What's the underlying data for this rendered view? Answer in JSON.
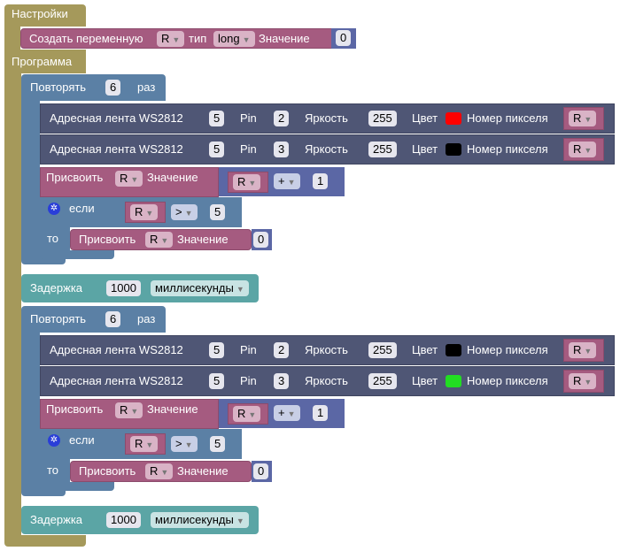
{
  "settings": {
    "label": "Настройки",
    "create_var": {
      "label": "Создать переменную",
      "var": "R",
      "type_label": "тип",
      "type": "long",
      "value_label": "Значение",
      "value": "0"
    }
  },
  "program": {
    "label": "Программа"
  },
  "colors": {
    "olive": "#a5995b",
    "variable": "#a55b80",
    "loop": "#5b80a5",
    "led": "#4f5675",
    "math": "#5b67a5",
    "time": "#5ba5a5"
  },
  "loops": [
    {
      "repeat_label": "Повторять",
      "count": "6",
      "times_label": "раз",
      "leds": [
        {
          "label": "Адресная лента WS2812",
          "n": "5",
          "pin_label": "Pin",
          "pin": "2",
          "bright_label": "Яркость",
          "bright": "255",
          "color_label": "Цвет",
          "color": "#ff0000",
          "pixel_label": "Номер пикселя",
          "pixel": "R"
        },
        {
          "label": "Адресная лента WS2812",
          "n": "5",
          "pin_label": "Pin",
          "pin": "3",
          "bright_label": "Яркость",
          "bright": "255",
          "color_label": "Цвет",
          "color": "#000000",
          "pixel_label": "Номер пикселя",
          "pixel": "R"
        }
      ],
      "assign": {
        "label": "Присвоить",
        "var": "R",
        "value_label": "Значение",
        "lhs": "R",
        "op": "+",
        "rhs": "1"
      },
      "if": {
        "label": "если",
        "lhs": "R",
        "op": ">",
        "rhs": "5",
        "then_label": "то",
        "assign_label": "Присвоить",
        "var": "R",
        "value_label": "Значение",
        "value": "0"
      },
      "delay": {
        "label": "Задержка",
        "value": "1000",
        "unit": "миллисекунды"
      }
    },
    {
      "repeat_label": "Повторять",
      "count": "6",
      "times_label": "раз",
      "leds": [
        {
          "label": "Адресная лента WS2812",
          "n": "5",
          "pin_label": "Pin",
          "pin": "2",
          "bright_label": "Яркость",
          "bright": "255",
          "color_label": "Цвет",
          "color": "#000000",
          "pixel_label": "Номер пикселя",
          "pixel": "R"
        },
        {
          "label": "Адресная лента WS2812",
          "n": "5",
          "pin_label": "Pin",
          "pin": "3",
          "bright_label": "Яркость",
          "bright": "255",
          "color_label": "Цвет",
          "color": "#22dd22",
          "pixel_label": "Номер пикселя",
          "pixel": "R"
        }
      ],
      "assign": {
        "label": "Присвоить",
        "var": "R",
        "value_label": "Значение",
        "lhs": "R",
        "op": "+",
        "rhs": "1"
      },
      "if": {
        "label": "если",
        "lhs": "R",
        "op": ">",
        "rhs": "5",
        "then_label": "то",
        "assign_label": "Присвоить",
        "var": "R",
        "value_label": "Значение",
        "value": "0"
      },
      "delay": {
        "label": "Задержка",
        "value": "1000",
        "unit": "миллисекунды"
      }
    }
  ]
}
